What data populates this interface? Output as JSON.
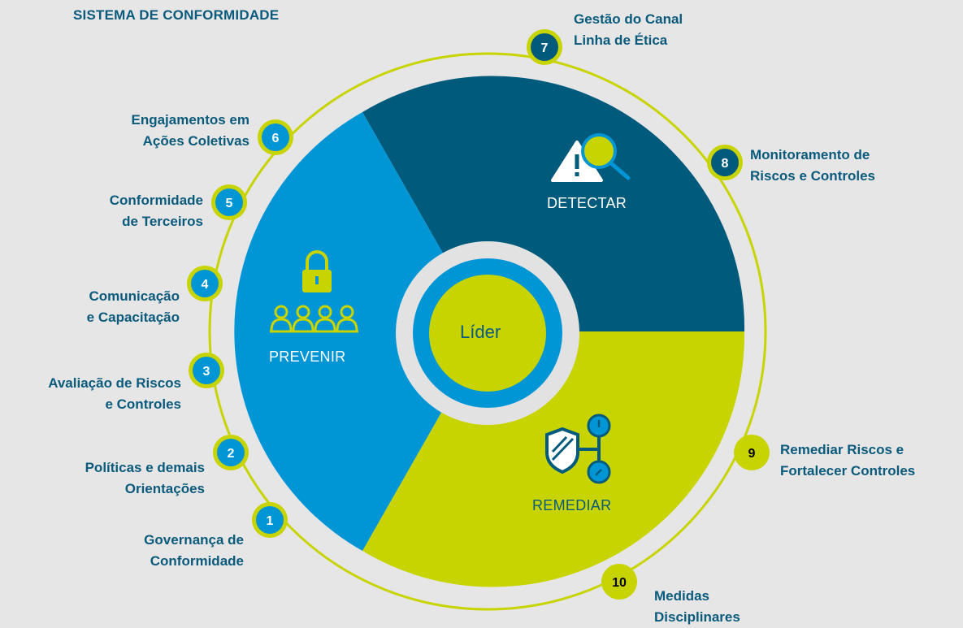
{
  "title": "SISTEMA DE CONFORMIDADE",
  "center": {
    "label": "Líder"
  },
  "sectors": {
    "detectar": {
      "label": "DETECTAR",
      "icon": "warning-magnifier-icon",
      "color": "#005a7c"
    },
    "prevenir": {
      "label": "PREVENIR",
      "icon": "lock-people-icon",
      "color": "#0096d6"
    },
    "remediar": {
      "label": "REMEDIAR",
      "icon": "shield-network-icon",
      "color": "#c8d400"
    }
  },
  "steps": [
    {
      "number": "1",
      "line1": "Governança de",
      "line2": "Conformidade"
    },
    {
      "number": "2",
      "line1": "Políticas e demais",
      "line2": "Orientações"
    },
    {
      "number": "3",
      "line1": "Avaliação de Riscos",
      "line2": "e Controles"
    },
    {
      "number": "4",
      "line1": "Comunicação",
      "line2": "e Capacitação"
    },
    {
      "number": "5",
      "line1": "Conformidade",
      "line2": "de Terceiros"
    },
    {
      "number": "6",
      "line1": "Engajamentos em",
      "line2": "Ações Coletivas"
    },
    {
      "number": "7",
      "line1": "Gestão do Canal",
      "line2": "Linha de Ética"
    },
    {
      "number": "8",
      "line1": "Monitoramento de",
      "line2": "Riscos e Controles"
    },
    {
      "number": "9",
      "line1": "Remediar Riscos e",
      "line2": "Fortalecer Controles"
    },
    {
      "number": "10",
      "line1": "Medidas",
      "line2": "Disciplinares"
    }
  ],
  "colors": {
    "dark_blue": "#005a7c",
    "light_blue": "#0096d6",
    "lime": "#c8d400",
    "text": "#0a5a7c",
    "background": "#e6e6e6"
  }
}
